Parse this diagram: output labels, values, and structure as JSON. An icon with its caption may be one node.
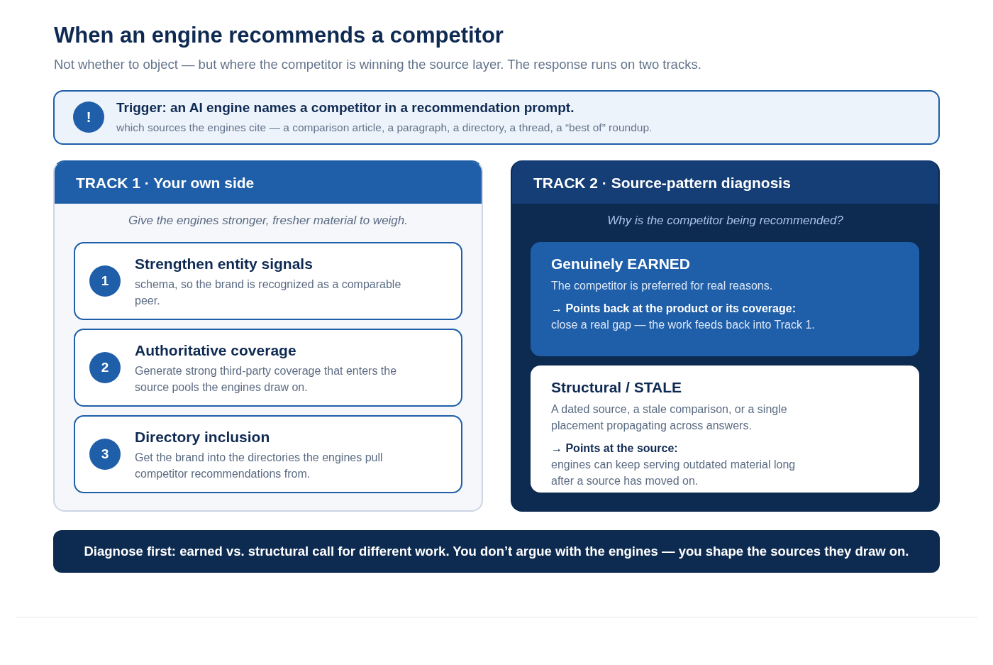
{
  "diagram": {
    "title": "When an engine recommends a competitor",
    "nodes": [
      {
        "text": [
          "Trigger: an AI engine names a competitor in a recommendation prompt.",
          "which sources the engines cite — a comparison article, a paragraph, a directory, a thread, a “best of” roundup."
        ]
      },
      {
        "text": [
          "!"
        ],
        "in": 0
      },
      {
        "text": [
          "TRACK 1 · Your own side",
          "Give the engines stronger, fresher material to weigh."
        ]
      },
      {
        "text": [
          "Strengthen entity signals",
          "schema, so the brand is recognized as a comparable peer."
        ],
        "in": 2
      },
      {
        "text": [
          "1"
        ],
        "in": 3
      },
      {
        "text": [
          "Authoritative coverage",
          "Generate strong third-party coverage that enters the source pools the engines draw on."
        ],
        "in": 2
      },
      {
        "text": [
          "2"
        ],
        "in": 5
      },
      {
        "text": [
          "Directory inclusion",
          "Get the brand into the directories the engines pull competitor recommendations from."
        ],
        "in": 2
      },
      {
        "text": [
          "3"
        ],
        "in": 7
      },
      {
        "text": [
          "TRACK 2 · Source-pattern diagnosis",
          "Why is the competitor being recommended?"
        ]
      },
      {
        "text": [
          "Genuinely EARNED",
          "The competitor is preferred for real reasons.",
          "→ Points back at the product or its coverage:",
          "close a real gap — the work feeds back into Track 1."
        ],
        "in": 9
      },
      {
        "text": [
          "Structural / STALE",
          "A dated source, a stale comparison, or a single placement propagating across answers.",
          "→ Points at the source:",
          "engines can keep serving outdated material long after a source has moved on."
        ],
        "in": 9
      },
      {
        "text": [
          "Diagnose first: earned vs. structural call for different work. You don’t argue with the engines — you shape the sources they draw on."
        ]
      }
    ],
    "labels": [
      "Not whether to object — but where the competitor is winning the source layer. The response runs on two tracks."
    ]
  }
}
